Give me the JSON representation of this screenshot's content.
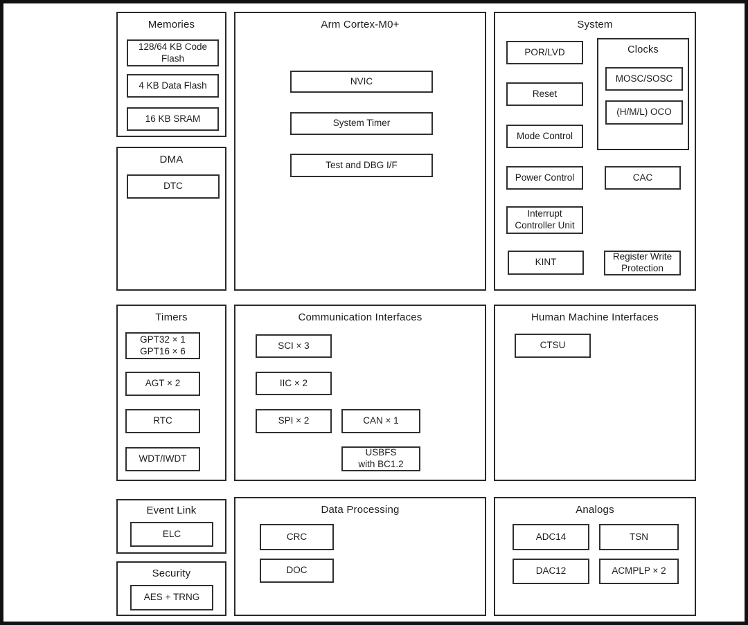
{
  "colors": {
    "border": "#2a2a2a",
    "background": "#ffffff",
    "text": "#1c1c1c",
    "outer_frame": "#111111"
  },
  "panels": {
    "memories": {
      "title": "Memories",
      "blocks": {
        "code_flash": "128/64 KB Code\nFlash",
        "data_flash": "4 KB Data Flash",
        "sram": "16 KB SRAM"
      }
    },
    "dma": {
      "title": "DMA",
      "blocks": {
        "dtc": "DTC"
      }
    },
    "cortex": {
      "title": "Arm Cortex-M0+",
      "blocks": {
        "nvic": "NVIC",
        "system_timer": "System Timer",
        "test_dbg": "Test and DBG I/F"
      }
    },
    "system": {
      "title": "System",
      "blocks": {
        "por_lvd": "POR/LVD",
        "reset": "Reset",
        "mode_control": "Mode Control",
        "power_control": "Power Control",
        "interrupt_controller_unit": "Interrupt\nController Unit",
        "kint": "KINT",
        "cac": "CAC",
        "register_write_protection": "Register Write\nProtection"
      },
      "clocks": {
        "title": "Clocks",
        "blocks": {
          "mosc_sosc": "MOSC/SOSC",
          "oco": "(H/M/L) OCO"
        }
      }
    },
    "timers": {
      "title": "Timers",
      "blocks": {
        "gpt": "GPT32 × 1\nGPT16 × 6",
        "agt": "AGT × 2",
        "rtc": "RTC",
        "wdt": "WDT/IWDT"
      }
    },
    "comm": {
      "title": "Communication Interfaces",
      "blocks": {
        "sci": "SCI × 3",
        "iic": "IIC × 2",
        "spi": "SPI × 2",
        "can": "CAN × 1",
        "usbfs": "USBFS\nwith BC1.2"
      }
    },
    "hmi": {
      "title": "Human Machine Interfaces",
      "blocks": {
        "ctsu": "CTSU"
      }
    },
    "event_link": {
      "title": "Event Link",
      "blocks": {
        "elc": "ELC"
      }
    },
    "security": {
      "title": "Security",
      "blocks": {
        "aes_trng": "AES + TRNG"
      }
    },
    "data_processing": {
      "title": "Data Processing",
      "blocks": {
        "crc": "CRC",
        "doc": "DOC"
      }
    },
    "analogs": {
      "title": "Analogs",
      "blocks": {
        "adc14": "ADC14",
        "tsn": "TSN",
        "dac12": "DAC12",
        "acmplp": "ACMPLP × 2"
      }
    }
  }
}
